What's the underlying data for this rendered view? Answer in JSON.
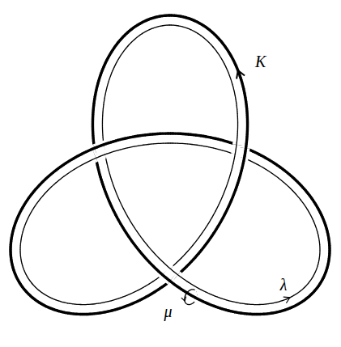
{
  "diagram": {
    "labels": [
      "K",
      "λ",
      "μ"
    ]
  }
}
